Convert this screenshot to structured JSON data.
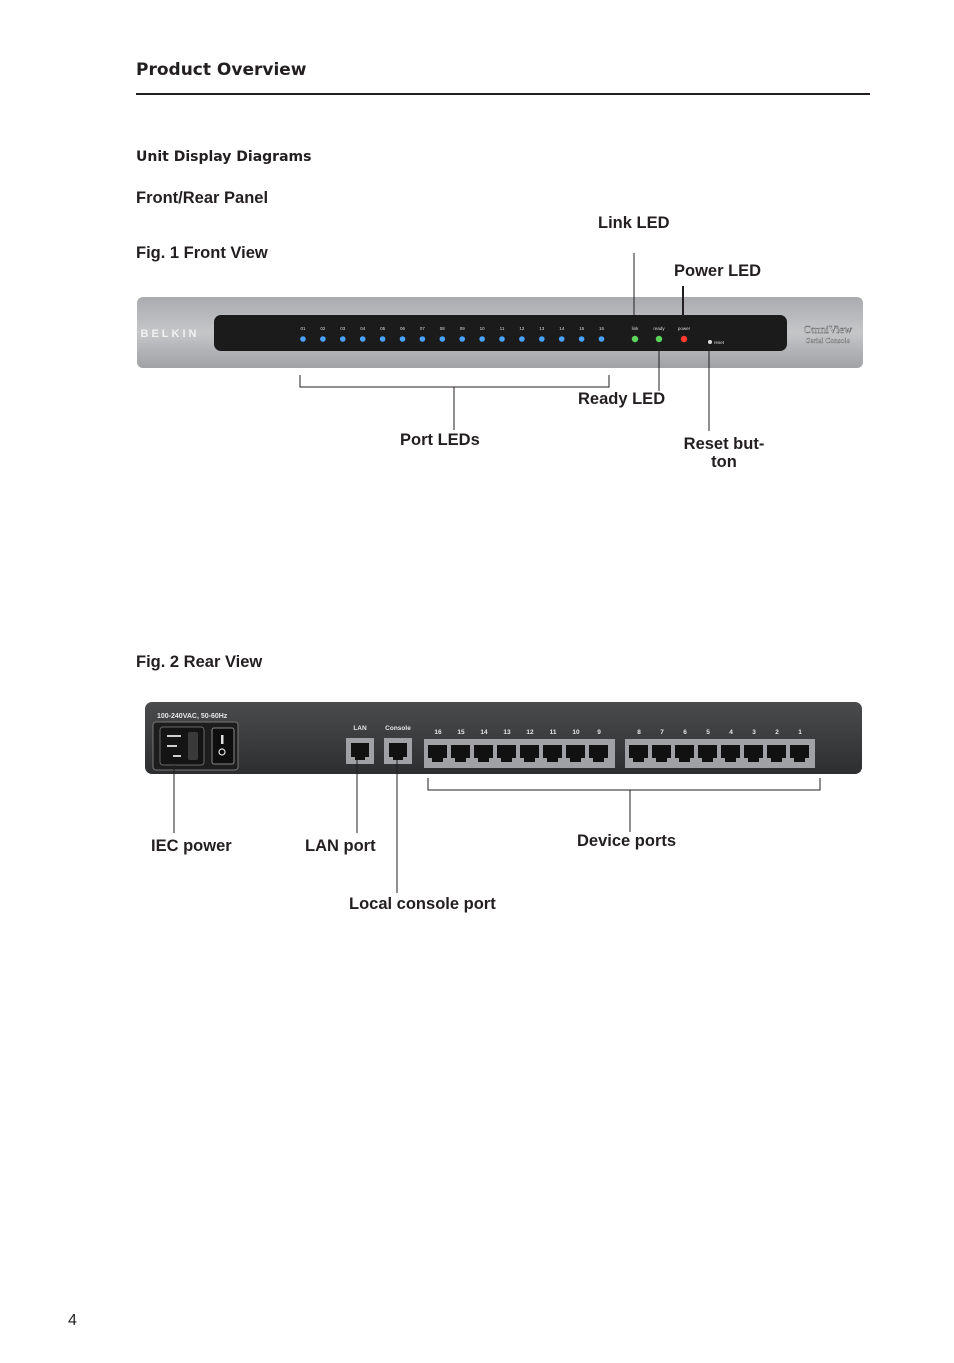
{
  "header": {
    "title": "Product Overview"
  },
  "section": {
    "subtitle": "Unit Display Diagrams",
    "heading": "Front/Rear Panel"
  },
  "fig1": {
    "caption": "Fig. 1 Front View",
    "brand": "BELKIN",
    "product_line1": "OmniView",
    "product_line2": "Serial Console",
    "port_led_labels": [
      "01",
      "02",
      "03",
      "04",
      "05",
      "06",
      "07",
      "08",
      "09",
      "10",
      "11",
      "12",
      "13",
      "14",
      "15",
      "16"
    ],
    "status_leds": [
      {
        "label": "link",
        "color": "#5bd65b"
      },
      {
        "label": "ready",
        "color": "#5bd65b"
      },
      {
        "label": "power",
        "color": "#ff3b30"
      }
    ],
    "reset_label": "reset",
    "port_led_color": "#4aa3ff",
    "callouts": {
      "link_led": "Link LED",
      "power_led": "Power LED",
      "ready_led": "Ready LED",
      "port_leds": "Port LEDs",
      "reset_line1": "Reset but-",
      "reset_line2": "ton"
    }
  },
  "fig2": {
    "caption": "Fig. 2 Rear View",
    "power_rating": "100-240VAC, 50-60Hz",
    "lan_label": "LAN",
    "console_label": "Console",
    "port_group_a": [
      "16",
      "15",
      "14",
      "13",
      "12",
      "11",
      "10",
      "9"
    ],
    "port_group_b": [
      "8",
      "7",
      "6",
      "5",
      "4",
      "3",
      "2",
      "1"
    ],
    "callouts": {
      "iec_power": "IEC power",
      "lan_port": "LAN port",
      "device_ports": "Device ports",
      "local_console_port": "Local console port"
    }
  },
  "footer": {
    "page_number": "4"
  }
}
